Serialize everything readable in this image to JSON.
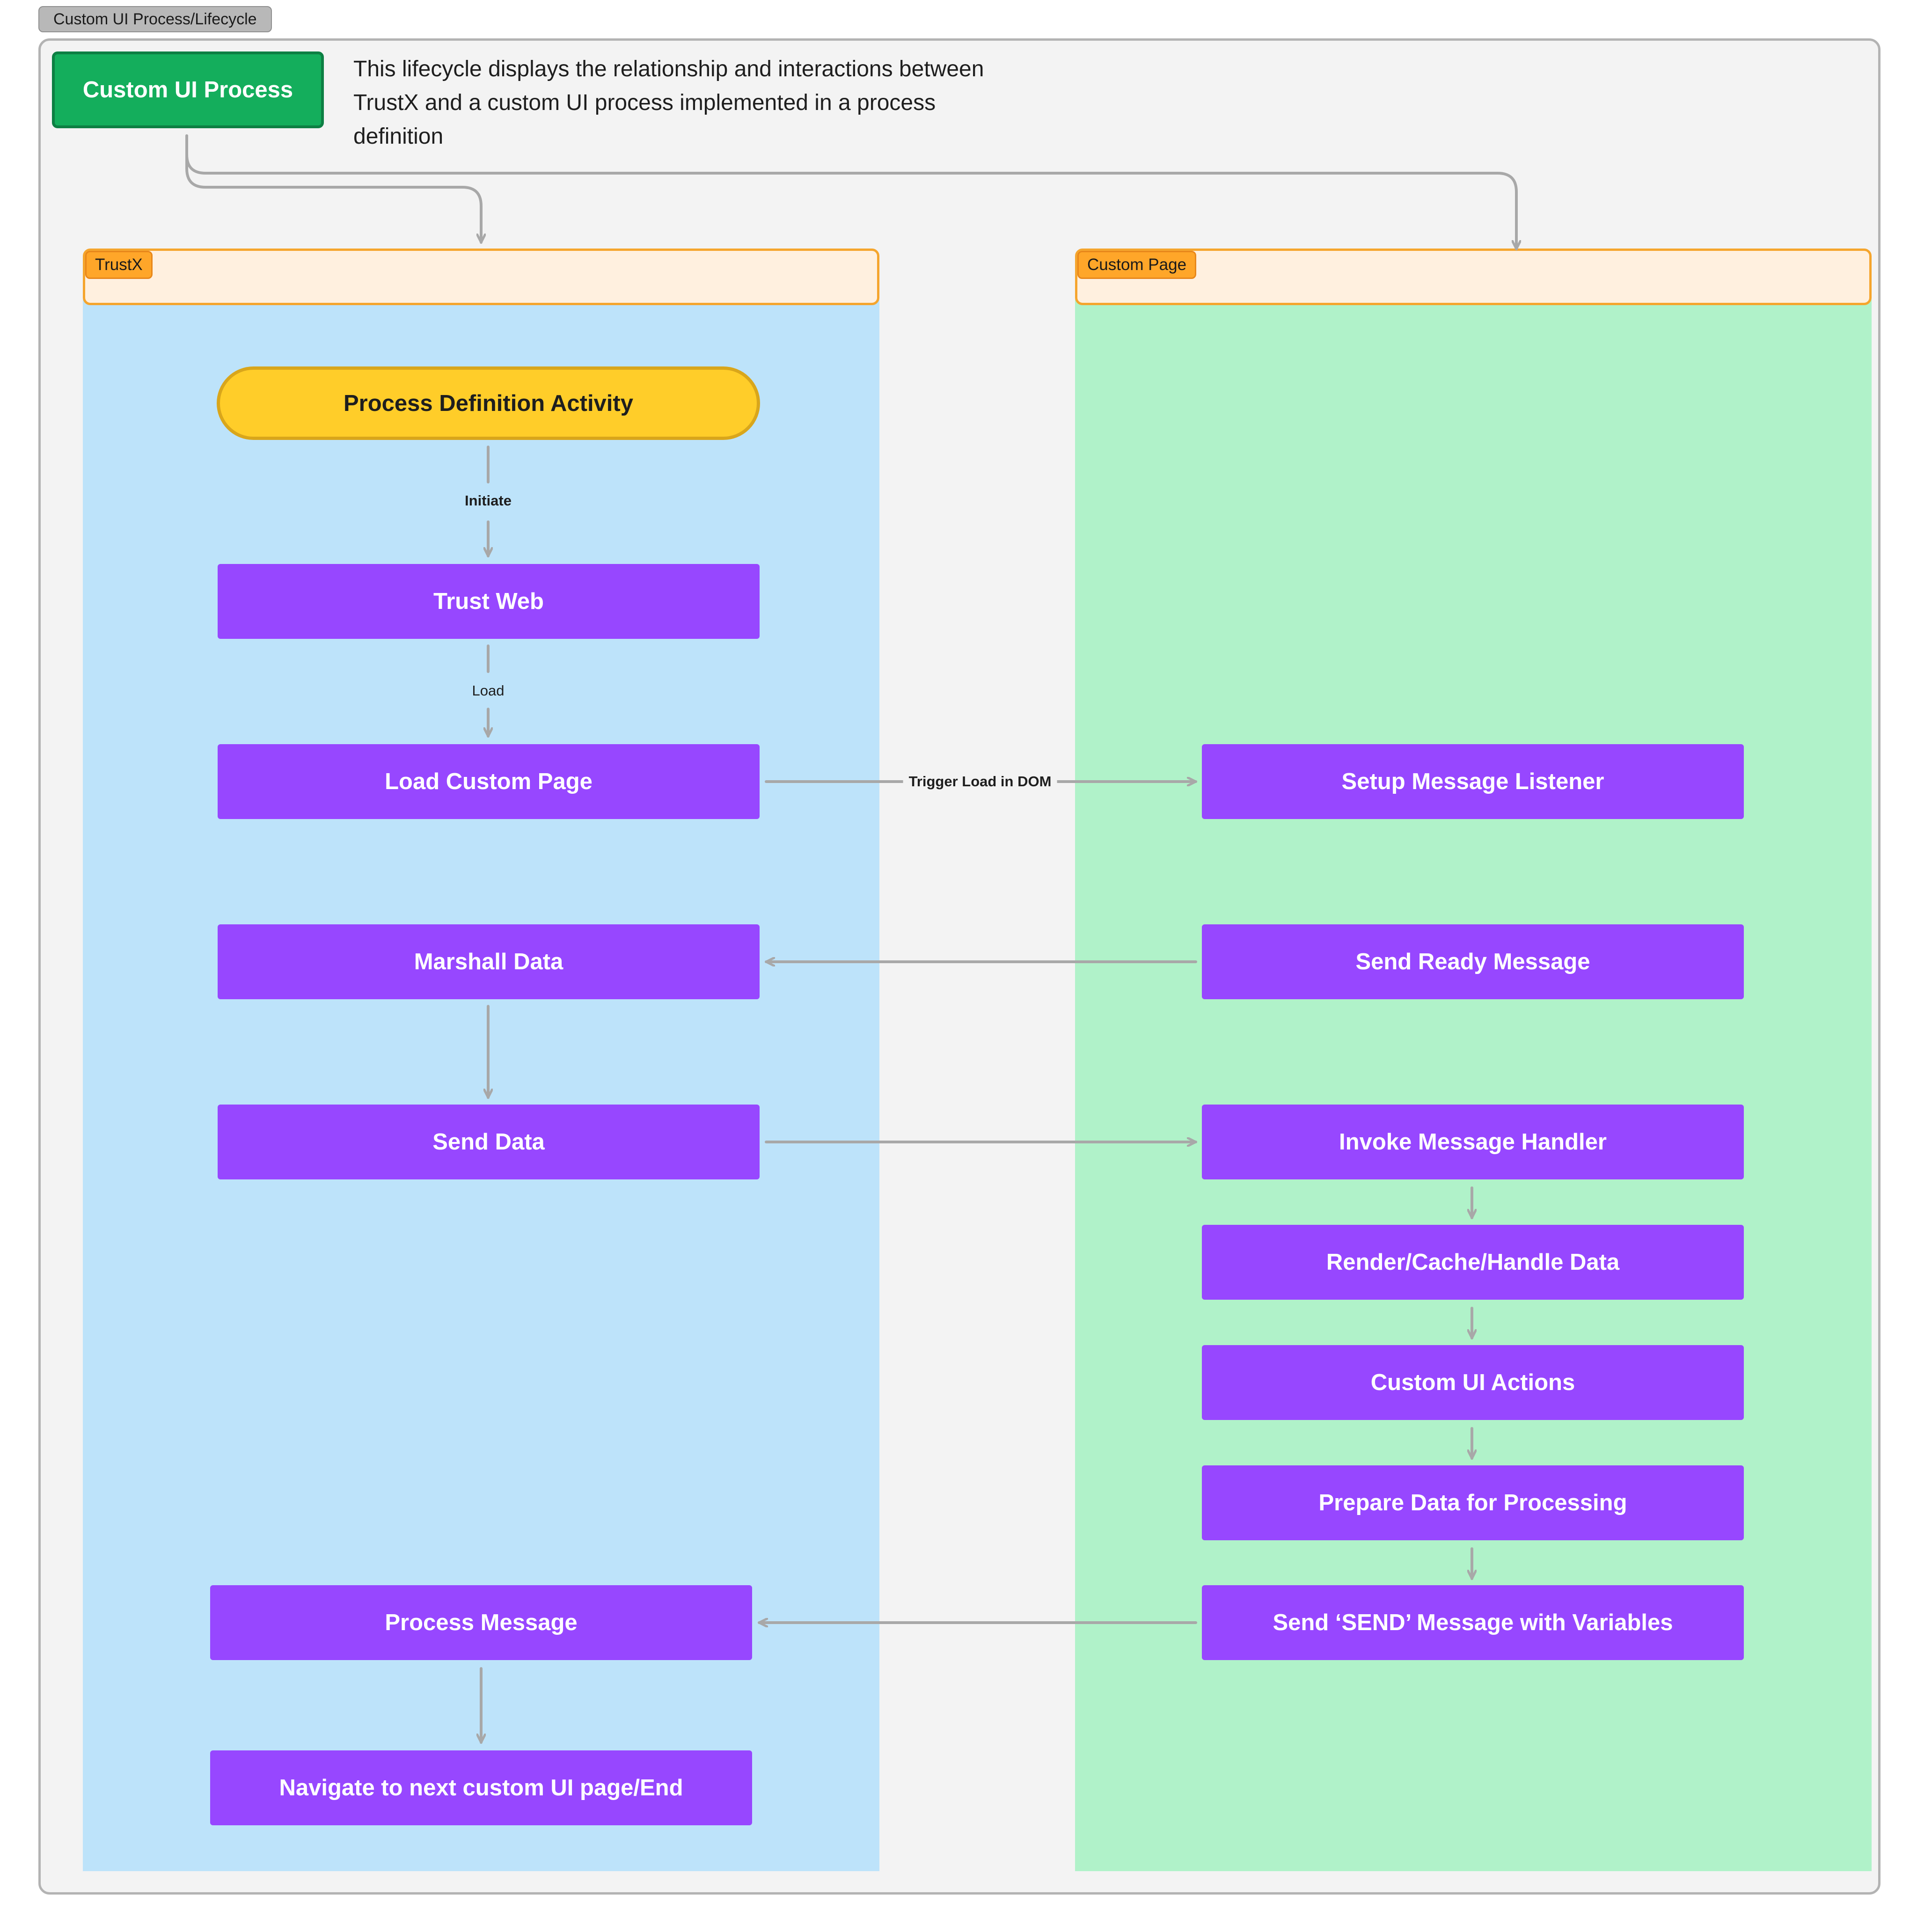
{
  "frame": {
    "title": "Custom UI Process/Lifecycle"
  },
  "start_node": {
    "label": "Custom UI Process"
  },
  "description": "This lifecycle displays the relationship and interactions between TrustX and a custom UI process implemented in a process definition",
  "lanes": {
    "trustx": {
      "label": "TrustX",
      "terminal": "Process Definition Activity",
      "steps": [
        "Trust Web",
        "Load Custom Page",
        "Marshall Data",
        "Send Data",
        "Process Message",
        "Navigate to next custom UI page/End"
      ]
    },
    "custom": {
      "label": "Custom Page",
      "steps": [
        "Setup Message Listener",
        "Send Ready Message",
        "Invoke Message Handler",
        "Render/Cache/Handle Data",
        "Custom UI Actions",
        "Prepare Data for Processing",
        "Send ‘SEND’ Message with Variables"
      ]
    }
  },
  "edges": {
    "initiate": "Initiate",
    "load": "Load",
    "trigger": "Trigger Load in DOM"
  },
  "colors": {
    "frame_bg": "#f3f3f3",
    "start_node": "#14ae5c",
    "terminal": "#ffcd29",
    "step": "#9747ff",
    "trustx_lane": "#bde3fa",
    "custom_lane": "#b0f2c9",
    "lane_header": "#fff0df",
    "lane_tag": "#ffa629",
    "connector": "#a8a8a8"
  }
}
